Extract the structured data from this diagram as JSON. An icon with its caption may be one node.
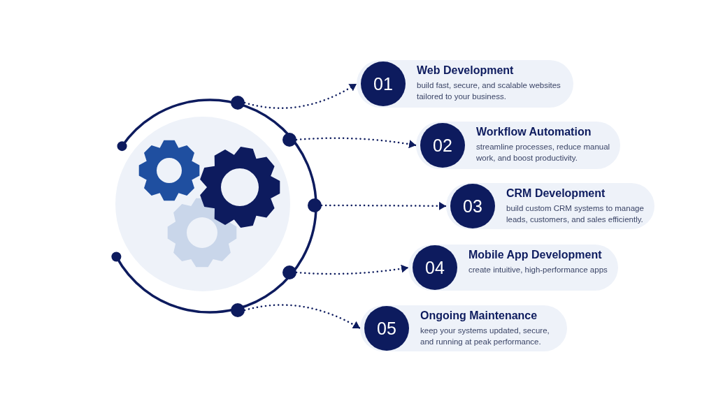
{
  "diagram": {
    "nodes": [
      {
        "text": [],
        "shape": "circle"
      },
      {
        "text": [],
        "shape": "circle"
      },
      {
        "text": [],
        "shape": "circle"
      },
      {
        "text": [],
        "shape": "circle"
      },
      {
        "text": [],
        "shape": "circle"
      },
      {
        "text": [
          "Web Development",
          "build fast, secure, and scalable websites tailored to your business."
        ]
      },
      {
        "text": [
          "01"
        ],
        "in": 5
      },
      {
        "text": [
          "Workflow Automation",
          "streamline processes, reduce manual work, and boost productivity."
        ]
      },
      {
        "text": [
          "02"
        ],
        "in": 7
      },
      {
        "text": [
          "CRM Development",
          "build custom CRM systems to manage leads, customers, and sales efficiently."
        ]
      },
      {
        "text": [
          "03"
        ],
        "in": 9
      },
      {
        "text": [
          "Mobile App Development",
          "create intuitive, high-performance apps"
        ]
      },
      {
        "text": [
          "04"
        ],
        "in": 11
      },
      {
        "text": [
          "Ongoing Maintenance",
          "keep your systems updated, secure, and running at peak performance."
        ]
      },
      {
        "text": [
          "05"
        ],
        "in": 13
      }
    ],
    "edges": [
      {
        "from": 0,
        "to": 5,
        "arrow": "to"
      },
      {
        "from": 1,
        "to": 7,
        "arrow": "to"
      },
      {
        "from": 2,
        "to": 9,
        "arrow": "to"
      },
      {
        "from": 3,
        "to": 11,
        "arrow": "to"
      },
      {
        "from": 4,
        "to": 13,
        "arrow": "to"
      }
    ]
  }
}
